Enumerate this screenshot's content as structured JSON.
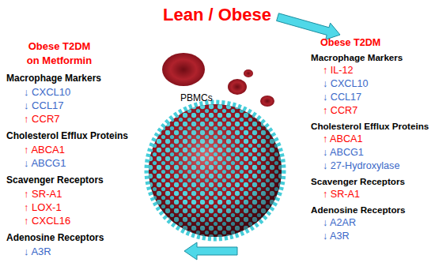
{
  "diagram": {
    "nodes": [
      {
        "text": [
          "Lean / Obese"
        ]
      },
      {
        "text": [
          "Obese T2DM on Metformin",
          "Macrophage Markers",
          "↓ CXCL10",
          "↓ CCL17",
          "↑ CCR7",
          "Cholesterol Efflux Proteins",
          "↑ ABCA1",
          "↓ ABCG1",
          "Scavenger Receptors",
          "↑ SR-A1",
          "↑ LOX-1",
          "↑ CXCL16",
          "Adenosine Receptors",
          "↓ A3R"
        ]
      },
      {
        "text": [
          "Obese T2DM",
          "Macrophage Markers",
          "↑ IL-12",
          "↓ CXCL10",
          "↓ CCL17",
          "↑ CCR7",
          "Cholesterol Efflux Proteins",
          "↑ ABCA1",
          "↓ ABCG1",
          "↓ 27-Hydroxylase",
          "Scavenger Receptors",
          "↑ SR-A1",
          "Adenosine Receptors",
          "↓ A2AR",
          "↓ A3R"
        ]
      }
    ],
    "edges": [
      {
        "from": 0,
        "to": 2,
        "arrow": "to"
      },
      {
        "from": 2,
        "to": 1,
        "arrow": "to"
      }
    ],
    "labels": [
      "PBMCs"
    ]
  }
}
